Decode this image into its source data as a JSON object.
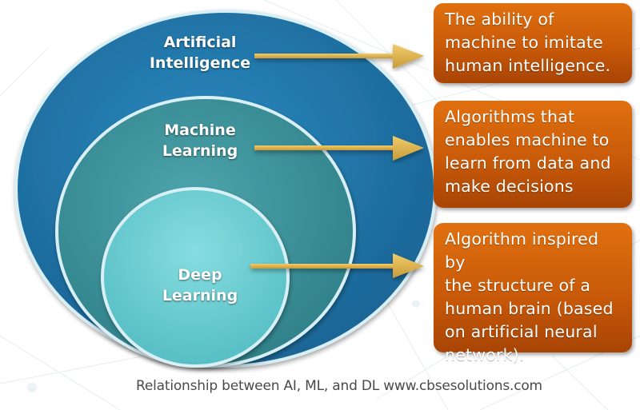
{
  "diagram": {
    "circles": [
      {
        "id": "ai",
        "label_lines": [
          "Artificial",
          "Intelligence"
        ],
        "color": "#1f73a5"
      },
      {
        "id": "ml",
        "label_lines": [
          "Machine",
          "Learning"
        ],
        "color": "#3b8f97"
      },
      {
        "id": "dl",
        "label_lines": [
          "Deep",
          "Learning"
        ],
        "color": "#6ecfd3"
      }
    ],
    "descriptions": [
      {
        "for": "ai",
        "lines": [
          "The ability of",
          "machine to imitate",
          "human intelligence."
        ]
      },
      {
        "for": "ml",
        "lines": [
          "Algorithms that",
          "enables machine to",
          "learn from data and",
          "make decisions"
        ]
      },
      {
        "for": "dl",
        "lines": [
          "Algorithm inspired by",
          "the structure of a",
          "human brain (based",
          "on artificial neural",
          "network)."
        ]
      }
    ],
    "arrow_color": "#e2b552",
    "box_color": "#d06008",
    "caption": "Relationship between AI, ML, and DL www.cbsesolutions.com"
  }
}
